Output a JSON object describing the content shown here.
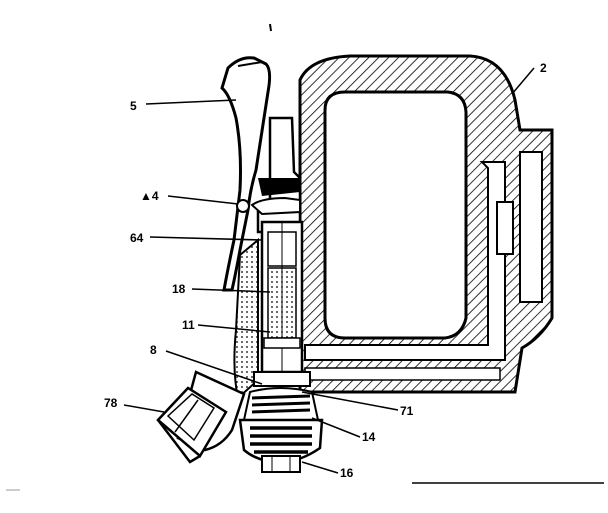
{
  "diagram": {
    "part_labels": {
      "p5": "5",
      "p2": "2",
      "p4": "▲4",
      "p64": "64",
      "p18": "18",
      "p11": "11",
      "p8": "8",
      "p78": "78",
      "p71": "71",
      "p14": "14",
      "p16": "16"
    }
  }
}
